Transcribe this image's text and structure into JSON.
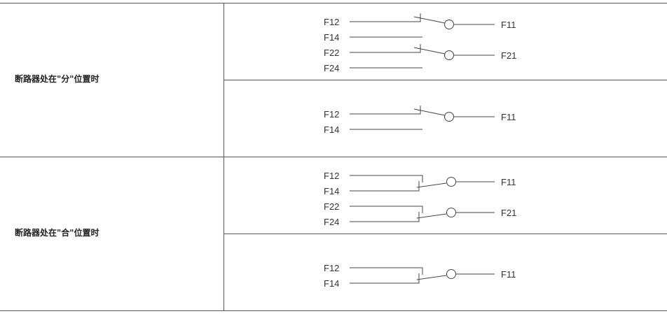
{
  "rows": [
    {
      "state": "断路器处在\"分\"位置时",
      "diagrams": [
        {
          "pairs": [
            {
              "common": "F11",
              "a": "F12",
              "b": "F14",
              "contact": "a"
            },
            {
              "common": "F21",
              "a": "F22",
              "b": "F24",
              "contact": "a"
            }
          ]
        },
        {
          "pairs": [
            {
              "common": "F11",
              "a": "F12",
              "b": "F14",
              "contact": "a"
            }
          ]
        }
      ]
    },
    {
      "state": "断路器处在\"合\"位置时",
      "diagrams": [
        {
          "pairs": [
            {
              "common": "F11",
              "a": "F12",
              "b": "F14",
              "contact": "b"
            },
            {
              "common": "F21",
              "a": "F22",
              "b": "F24",
              "contact": "b"
            }
          ]
        },
        {
          "pairs": [
            {
              "common": "F11",
              "a": "F12",
              "b": "F14",
              "contact": "b"
            }
          ]
        }
      ]
    }
  ]
}
